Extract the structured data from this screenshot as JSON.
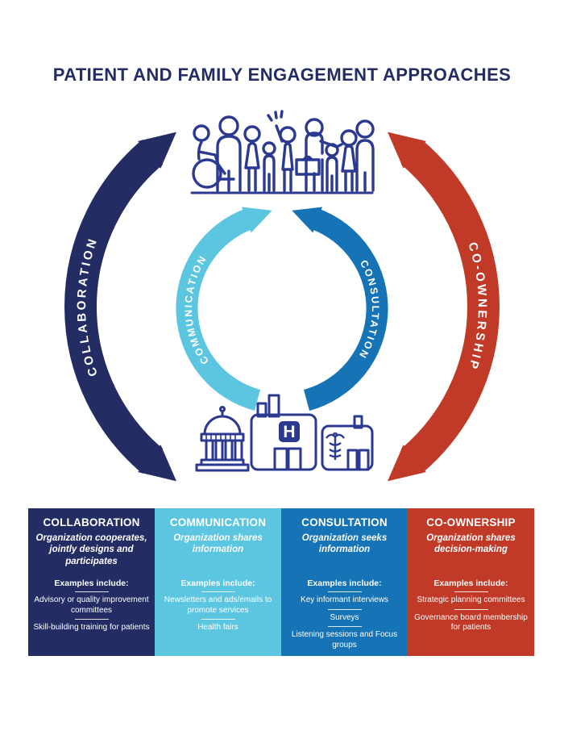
{
  "title": "PATIENT AND FAMILY ENGAGEMENT APPROACHES",
  "diagram": {
    "top_group": "patients and families",
    "bottom_group": "healthcare organizations",
    "hospital_letter": "H",
    "icon_outline_color": "#2b3990",
    "arrows": [
      {
        "label": "COLLABORATION",
        "color": "#232d64",
        "direction": "two-way",
        "position": "outer-left"
      },
      {
        "label": "COMMUNICATION",
        "color": "#5cc5e0",
        "direction": "organization-to-patients",
        "position": "inner-left"
      },
      {
        "label": "CONSULTATION",
        "color": "#1673b5",
        "direction": "organization-to-patients",
        "position": "inner-right"
      },
      {
        "label": "CO-OWNERSHIP",
        "color": "#c03a27",
        "direction": "two-way",
        "position": "outer-right"
      }
    ]
  },
  "columns": [
    {
      "title": "COLLABORATION",
      "subtitle": "Organization cooperates, jointly designs and participates",
      "examples_label": "Examples include:",
      "items": [
        "Advisory or quality improvement committees",
        "Skill-building training for patients"
      ],
      "color": "#232d64"
    },
    {
      "title": "COMMUNICATION",
      "subtitle": "Organization shares information",
      "examples_label": "Examples include:",
      "items": [
        "Newsletters and ads/emails to promote services",
        "Health fairs"
      ],
      "color": "#5cc5e0"
    },
    {
      "title": "CONSULTATION",
      "subtitle": "Organization seeks information",
      "examples_label": "Examples include:",
      "items": [
        "Key informant interviews",
        "Surveys",
        "Listening sessions and Focus groups"
      ],
      "color": "#1673b5"
    },
    {
      "title": "CO-OWNERSHIP",
      "subtitle": "Organization shares decision-making",
      "examples_label": "Examples include:",
      "items": [
        "Strategic planning committees",
        "Governance board membership for patients"
      ],
      "color": "#c03a27"
    }
  ]
}
